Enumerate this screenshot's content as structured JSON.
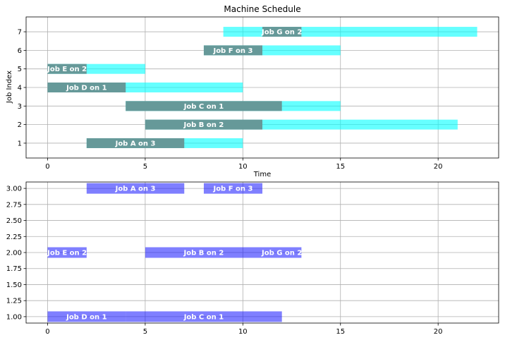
{
  "chart_data": [
    {
      "type": "gantt",
      "title": "Machine Schedule",
      "xlabel": "Time",
      "ylabel": "Job Index",
      "xlim": [
        -1.1,
        23.1
      ],
      "ylim": [
        0.2,
        7.8
      ],
      "xticks": [
        0,
        5,
        10,
        15,
        20
      ],
      "yticks": [
        1,
        2,
        3,
        4,
        5,
        6,
        7
      ],
      "grid": true,
      "colors": {
        "window": "#00ffff",
        "window_alpha": 0.6,
        "process": "#669999"
      },
      "jobs": [
        {
          "job": 1,
          "label": "Job A on 3",
          "window": [
            2,
            10
          ],
          "process": [
            2,
            7
          ]
        },
        {
          "job": 2,
          "label": "Job B on 2",
          "window": [
            5,
            21
          ],
          "process": [
            5,
            11
          ]
        },
        {
          "job": 3,
          "label": "Job C on 1",
          "window": [
            4,
            15
          ],
          "process": [
            4,
            12
          ]
        },
        {
          "job": 4,
          "label": "Job D on 1",
          "window": [
            0,
            10
          ],
          "process": [
            0,
            4
          ]
        },
        {
          "job": 5,
          "label": "Job E on 2",
          "window": [
            0,
            5
          ],
          "process": [
            0,
            2
          ]
        },
        {
          "job": 6,
          "label": "Job F on 3",
          "window": [
            8,
            15
          ],
          "process": [
            8,
            11
          ]
        },
        {
          "job": 7,
          "label": "Job G on 2",
          "window": [
            9,
            22
          ],
          "process": [
            11,
            13
          ]
        }
      ]
    },
    {
      "type": "gantt",
      "title": "",
      "xlabel": "",
      "ylabel": "",
      "xlim": [
        -1.1,
        23.1
      ],
      "ylim": [
        0.9,
        3.1
      ],
      "xticks": [
        0,
        5,
        10,
        15,
        20
      ],
      "yticks": [
        1.0,
        1.25,
        1.5,
        1.75,
        2.0,
        2.25,
        2.5,
        2.75,
        3.0
      ],
      "ytick_labels": [
        "1.00",
        "1.25",
        "1.50",
        "1.75",
        "2.00",
        "2.25",
        "2.50",
        "2.75",
        "3.00"
      ],
      "grid": true,
      "colors": {
        "bar": "#0000ff",
        "bar_alpha": 0.5
      },
      "machines": [
        {
          "machine": 3,
          "label": "Job A on 3",
          "range": [
            2,
            7
          ]
        },
        {
          "machine": 3,
          "label": "Job F on 3",
          "range": [
            8,
            11
          ]
        },
        {
          "machine": 2,
          "label": "Job E on 2",
          "range": [
            0,
            2
          ]
        },
        {
          "machine": 2,
          "label": "Job B on 2",
          "range": [
            5,
            11
          ]
        },
        {
          "machine": 2,
          "label": "Job G on 2",
          "range": [
            11,
            13
          ]
        },
        {
          "machine": 1,
          "label": "Job D on 1",
          "range": [
            0,
            4
          ]
        },
        {
          "machine": 1,
          "label": "Job C on 1",
          "range": [
            4,
            12
          ]
        }
      ]
    }
  ]
}
